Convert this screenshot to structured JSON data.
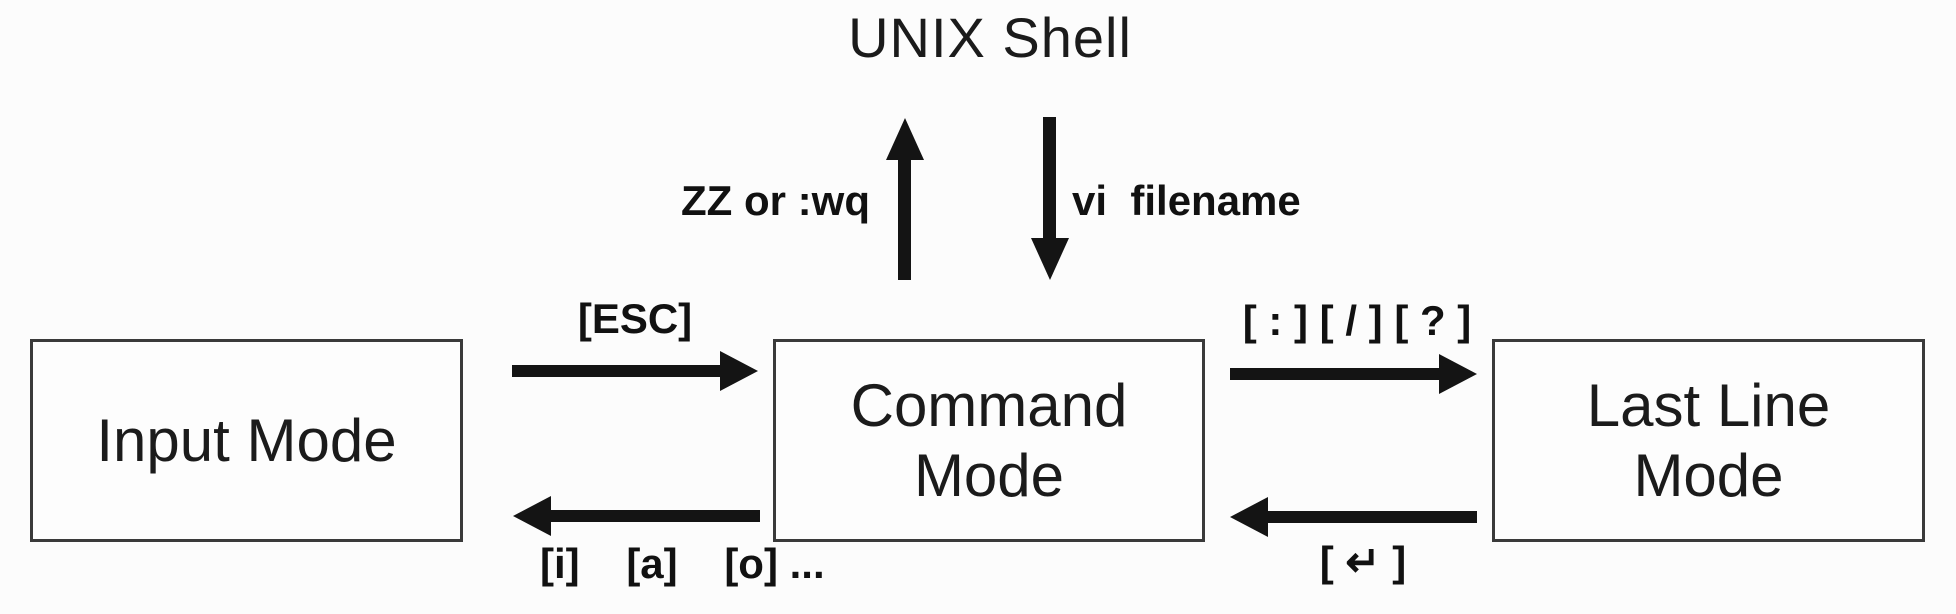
{
  "title": "UNIX Shell",
  "boxes": {
    "input": {
      "lines": [
        "Input Mode"
      ]
    },
    "command": {
      "lines": [
        "Command",
        "Mode"
      ]
    },
    "last_line": {
      "lines": [
        "Last Line",
        "Mode"
      ]
    }
  },
  "edges": {
    "quit_to_shell": "ZZ or :wq",
    "open_from_shell": "vi  filename",
    "input_to_command": "[ESC]",
    "command_to_input": "[i]    [a]    [o] ...",
    "command_to_lastline": "[ : ] [ / ] [ ? ]",
    "lastline_to_command": "[ ↵ ]"
  },
  "icons": {
    "arrow_up": "↑",
    "arrow_down": "↓",
    "arrow_right": "→",
    "arrow_left": "←"
  },
  "colors": {
    "background": "#fcfcfc",
    "ink": "#141414",
    "text": "#1b1b1b",
    "box_border": "#3a3a3a"
  }
}
